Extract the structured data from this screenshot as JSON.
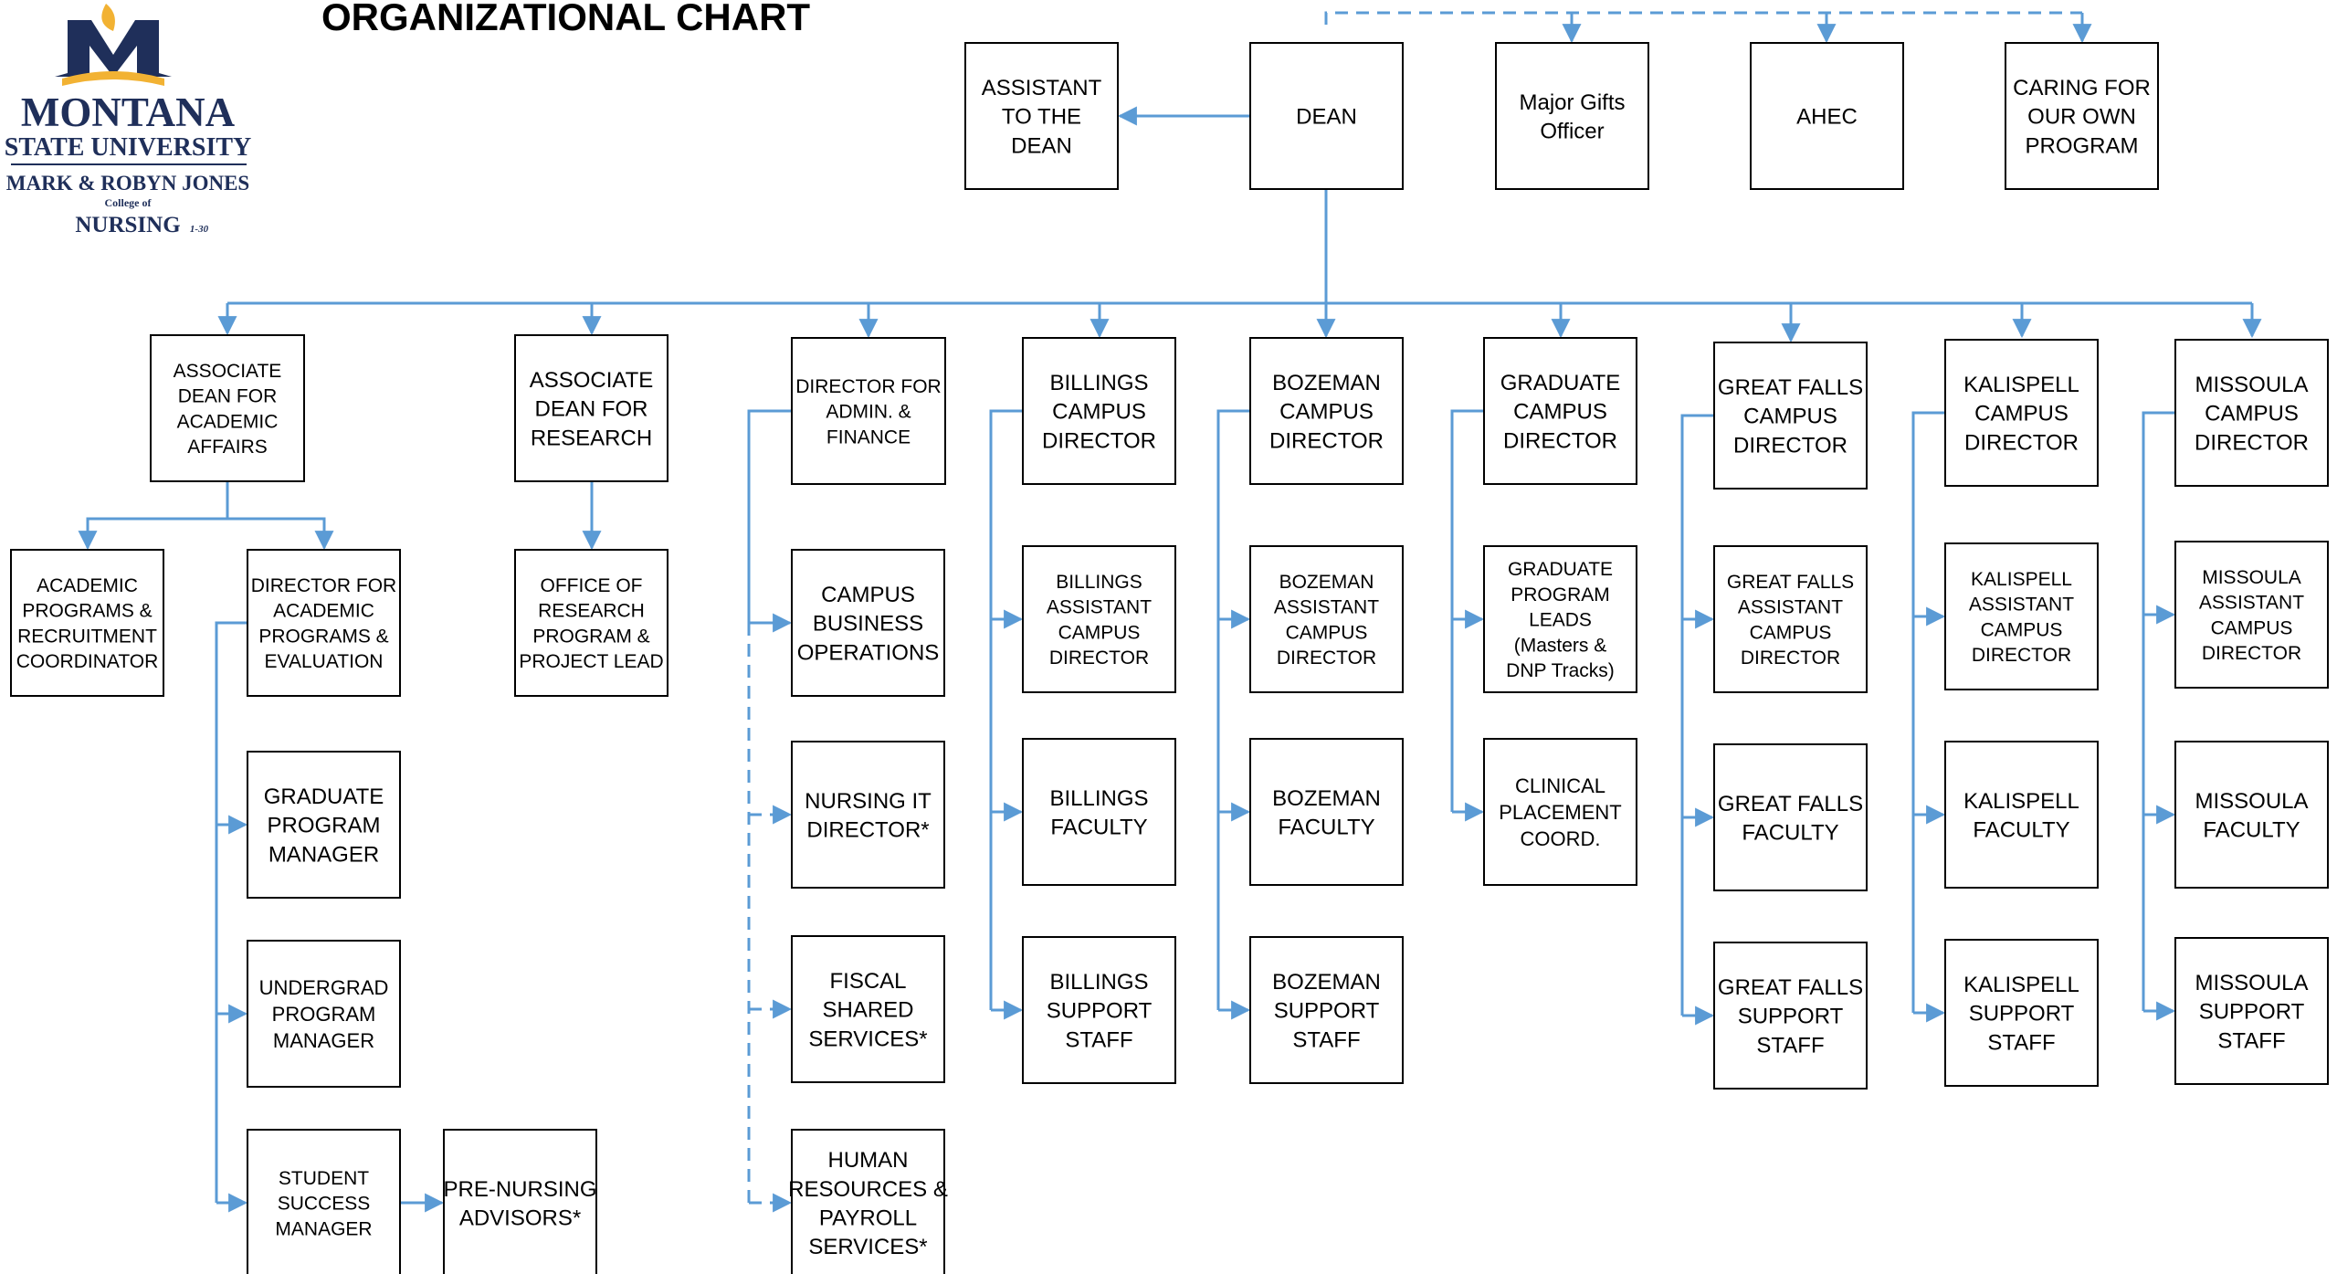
{
  "title": "ORGANIZATIONAL CHART",
  "logo": {
    "line1": "MONTANA",
    "line2": "STATE UNIVERSITY",
    "line3": "MARK & ROBYN JONES",
    "line4": "College of",
    "line5": "NURSING",
    "line5_suffix": "1-30"
  },
  "colors": {
    "connector": "#5b9bd5",
    "box_border": "#000000",
    "logo_navy": "#1f2f5a",
    "logo_gold": "#f2b233"
  },
  "nodes": {
    "assistant_dean": [
      "ASSISTANT",
      "TO THE",
      "DEAN"
    ],
    "dean": [
      "DEAN"
    ],
    "major_gifts": [
      "Major Gifts",
      "Officer"
    ],
    "ahec": [
      "AHEC"
    ],
    "caring": [
      "CARING FOR",
      "OUR OWN",
      "PROGRAM"
    ],
    "assoc_academic": [
      "ASSOCIATE",
      "DEAN FOR",
      "ACADEMIC",
      "AFFAIRS"
    ],
    "assoc_research": [
      "ASSOCIATE",
      "DEAN FOR",
      "RESEARCH"
    ],
    "dir_admin": [
      "DIRECTOR FOR",
      "ADMIN. &",
      "FINANCE"
    ],
    "billings_dir": [
      "BILLINGS",
      "CAMPUS",
      "DIRECTOR"
    ],
    "bozeman_dir": [
      "BOZEMAN",
      "CAMPUS",
      "DIRECTOR"
    ],
    "graduate_dir": [
      "GRADUATE",
      "CAMPUS",
      "DIRECTOR"
    ],
    "greatfalls_dir": [
      "GREAT FALLS",
      "CAMPUS",
      "DIRECTOR"
    ],
    "kalispell_dir": [
      "KALISPELL",
      "CAMPUS",
      "DIRECTOR"
    ],
    "missoula_dir": [
      "MISSOULA",
      "CAMPUS",
      "DIRECTOR"
    ],
    "academic_coord": [
      "ACADEMIC",
      "PROGRAMS &",
      "RECRUITMENT",
      "COORDINATOR"
    ],
    "dir_academic_prog": [
      "DIRECTOR FOR",
      "ACADEMIC",
      "PROGRAMS &",
      "EVALUATION"
    ],
    "office_research": [
      "OFFICE OF",
      "RESEARCH",
      "PROGRAM &",
      "PROJECT LEAD"
    ],
    "grad_prog_mgr": [
      "GRADUATE",
      "PROGRAM",
      "MANAGER"
    ],
    "undergrad_mgr": [
      "UNDERGRAD",
      "PROGRAM",
      "MANAGER"
    ],
    "student_success": [
      "STUDENT",
      "SUCCESS",
      "MANAGER"
    ],
    "prenursing": [
      "PRE-NURSING",
      "ADVISORS*"
    ],
    "campus_business": [
      "CAMPUS",
      "BUSINESS",
      "OPERATIONS"
    ],
    "nursing_it": [
      "NURSING IT",
      "DIRECTOR*"
    ],
    "fiscal": [
      "FISCAL",
      "SHARED",
      "SERVICES*"
    ],
    "hr": [
      "HUMAN",
      "RESOURCES &",
      "PAYROLL",
      "SERVICES*"
    ],
    "billings_asst": [
      "BILLINGS",
      "ASSISTANT",
      "CAMPUS",
      "DIRECTOR"
    ],
    "billings_fac": [
      "BILLINGS",
      "FACULTY"
    ],
    "billings_staff": [
      "BILLINGS",
      "SUPPORT",
      "STAFF"
    ],
    "bozeman_asst": [
      "BOZEMAN",
      "ASSISTANT",
      "CAMPUS",
      "DIRECTOR"
    ],
    "bozeman_fac": [
      "BOZEMAN",
      "FACULTY"
    ],
    "bozeman_staff": [
      "BOZEMAN",
      "SUPPORT",
      "STAFF"
    ],
    "grad_leads": [
      "GRADUATE",
      "PROGRAM",
      "LEADS",
      "(Masters &",
      "DNP Tracks)"
    ],
    "clinical": [
      "CLINICAL",
      "PLACEMENT",
      "COORD."
    ],
    "gf_asst": [
      "GREAT FALLS",
      "ASSISTANT",
      "CAMPUS",
      "DIRECTOR"
    ],
    "gf_fac": [
      "GREAT FALLS",
      "FACULTY"
    ],
    "gf_staff": [
      "GREAT FALLS",
      "SUPPORT",
      "STAFF"
    ],
    "kal_asst": [
      "KALISPELL",
      "ASSISTANT",
      "CAMPUS",
      "DIRECTOR"
    ],
    "kal_fac": [
      "KALISPELL",
      "FACULTY"
    ],
    "kal_staff": [
      "KALISPELL",
      "SUPPORT",
      "STAFF"
    ],
    "mis_asst": [
      "MISSOULA",
      "ASSISTANT",
      "CAMPUS",
      "DIRECTOR"
    ],
    "mis_fac": [
      "MISSOULA",
      "FACULTY"
    ],
    "mis_staff": [
      "MISSOULA",
      "SUPPORT",
      "STAFF"
    ]
  }
}
